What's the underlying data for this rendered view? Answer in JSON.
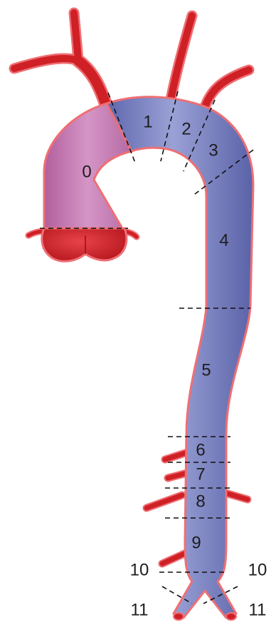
{
  "zones": [
    {
      "id": "0",
      "label": "0"
    },
    {
      "id": "1",
      "label": "1"
    },
    {
      "id": "2",
      "label": "2"
    },
    {
      "id": "3",
      "label": "3"
    },
    {
      "id": "4",
      "label": "4"
    },
    {
      "id": "5",
      "label": "5"
    },
    {
      "id": "6",
      "label": "6"
    },
    {
      "id": "7",
      "label": "7"
    },
    {
      "id": "8",
      "label": "8"
    },
    {
      "id": "9",
      "label": "9"
    },
    {
      "id": "10-left",
      "label": "10"
    },
    {
      "id": "10-right",
      "label": "10"
    },
    {
      "id": "11-left",
      "label": "11"
    },
    {
      "id": "11-right",
      "label": "11"
    }
  ],
  "colors": {
    "aorta_blue": "#7b83c2",
    "ascending_pink": "#c77bb0",
    "vessel_red": "#d2232a",
    "vessel_outline": "#ee6f74",
    "divider": "#111111"
  }
}
